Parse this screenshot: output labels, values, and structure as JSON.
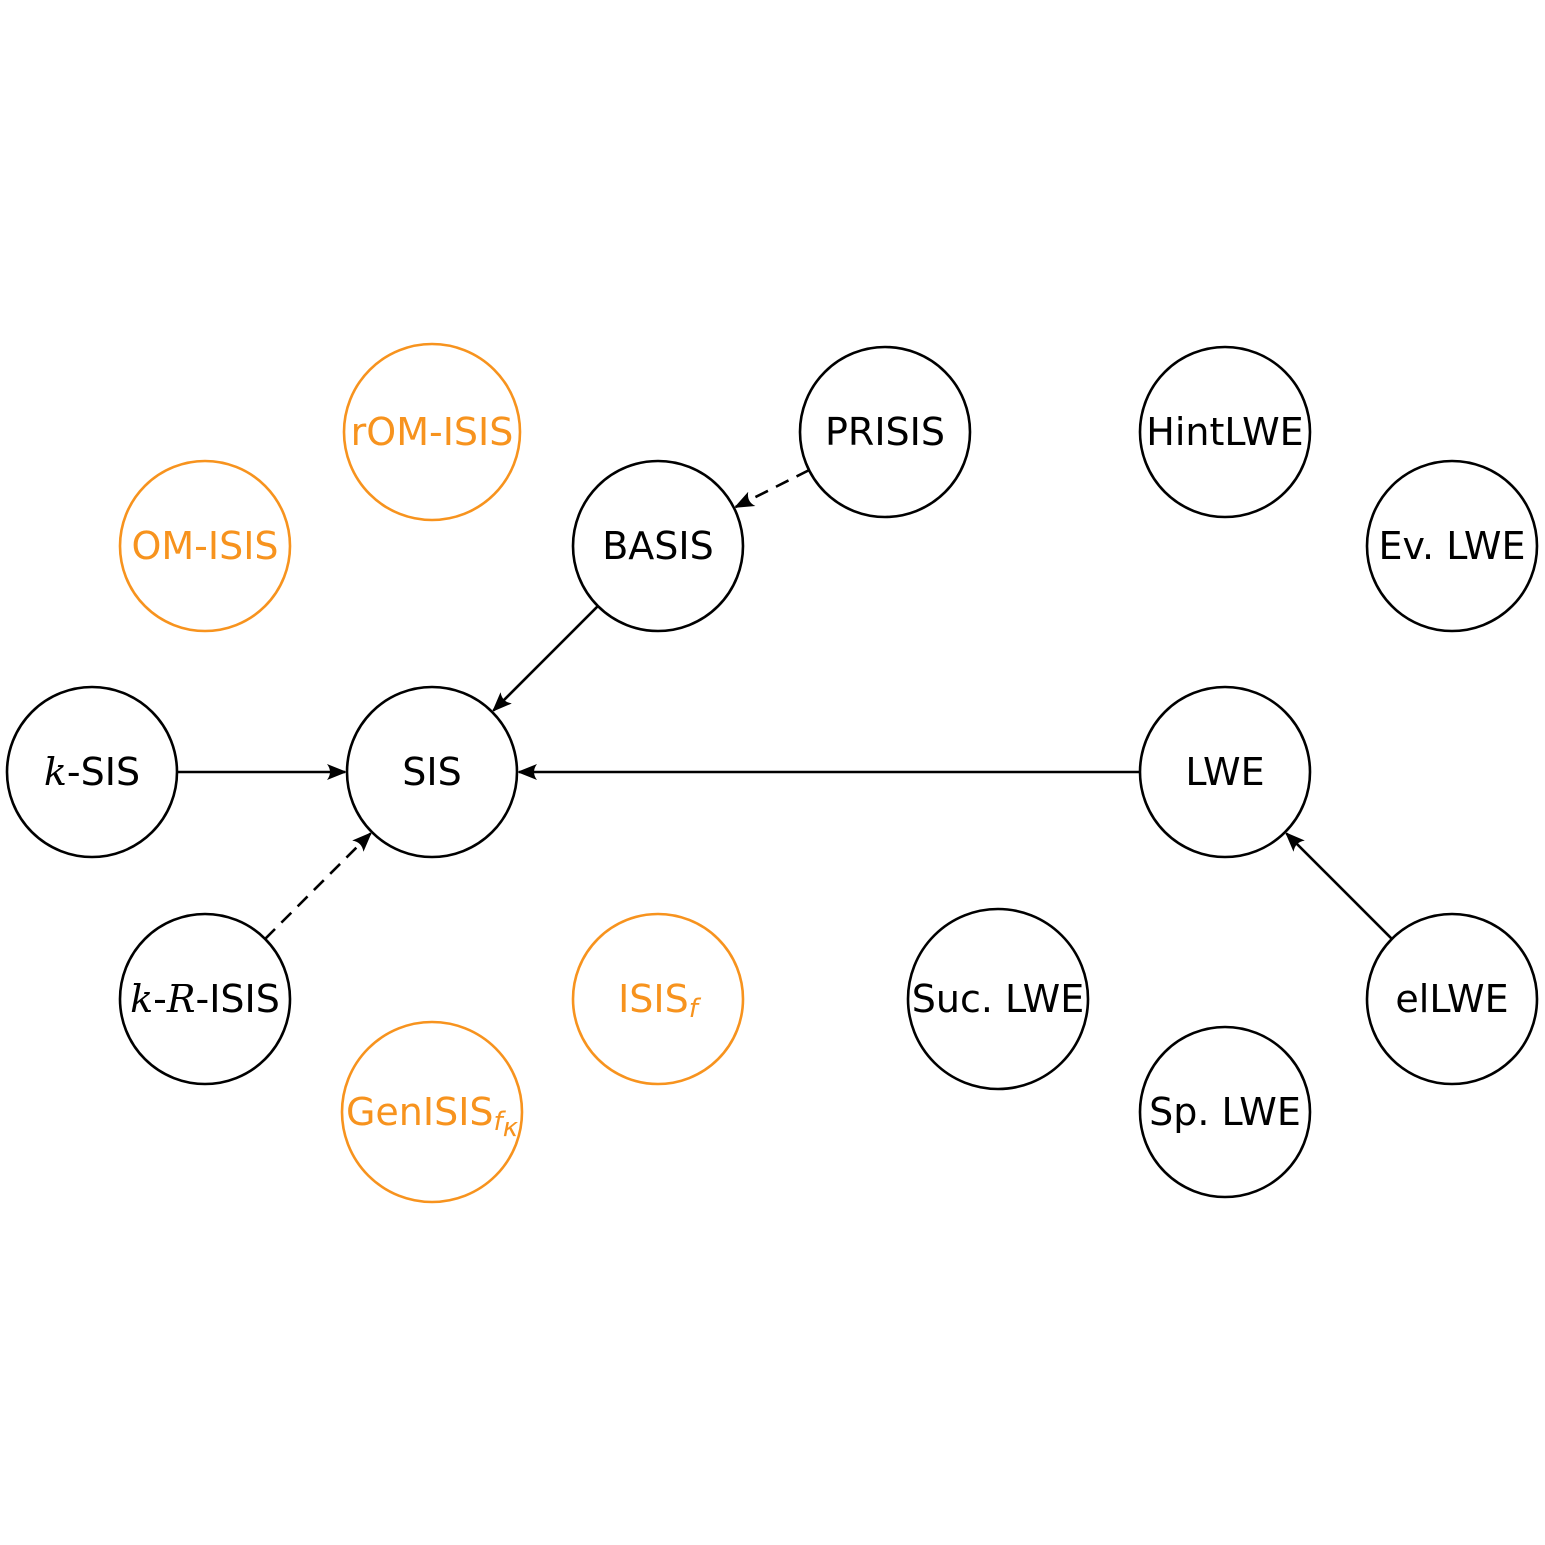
{
  "colors": {
    "default": "#000000",
    "highlight": "#f7931e"
  },
  "nodes": [
    {
      "id": "rOM-ISIS",
      "label": "rOM-ISIS",
      "color": "highlight"
    },
    {
      "id": "PRISIS",
      "label": "PRISIS",
      "color": "default"
    },
    {
      "id": "HintLWE",
      "label": "HintLWE",
      "color": "default"
    },
    {
      "id": "OM-ISIS",
      "label": "OM-ISIS",
      "color": "highlight"
    },
    {
      "id": "BASIS",
      "label": "BASIS",
      "color": "default"
    },
    {
      "id": "Ev-LWE",
      "label": "Ev. LWE",
      "color": "default"
    },
    {
      "id": "k-SIS",
      "label_prefix": "k",
      "label": "-SIS",
      "color": "default"
    },
    {
      "id": "SIS",
      "label": "SIS",
      "color": "default"
    },
    {
      "id": "LWE",
      "label": "LWE",
      "color": "default"
    },
    {
      "id": "k-R-ISIS",
      "label_prefix": "k",
      "label_mid": "-",
      "label_script": "R",
      "label": "-ISIS",
      "color": "default"
    },
    {
      "id": "ISIS-f",
      "label": "ISIS",
      "label_sub": "f",
      "color": "highlight"
    },
    {
      "id": "Suc-LWE",
      "label": "Suc. LWE",
      "color": "default"
    },
    {
      "id": "elLWE",
      "label": "elLWE",
      "color": "default"
    },
    {
      "id": "GenISIS",
      "label": "GenISIS",
      "label_sub": "f",
      "label_subsub": "κ",
      "color": "highlight"
    },
    {
      "id": "Sp-LWE",
      "label": "Sp. LWE",
      "color": "default"
    }
  ],
  "edges": [
    {
      "from": "PRISIS",
      "to": "BASIS",
      "style": "dashed"
    },
    {
      "from": "BASIS",
      "to": "SIS",
      "style": "solid"
    },
    {
      "from": "k-SIS",
      "to": "SIS",
      "style": "solid"
    },
    {
      "from": "LWE",
      "to": "SIS",
      "style": "solid"
    },
    {
      "from": "k-R-ISIS",
      "to": "SIS",
      "style": "dashed"
    },
    {
      "from": "elLWE",
      "to": "LWE",
      "style": "solid"
    }
  ]
}
